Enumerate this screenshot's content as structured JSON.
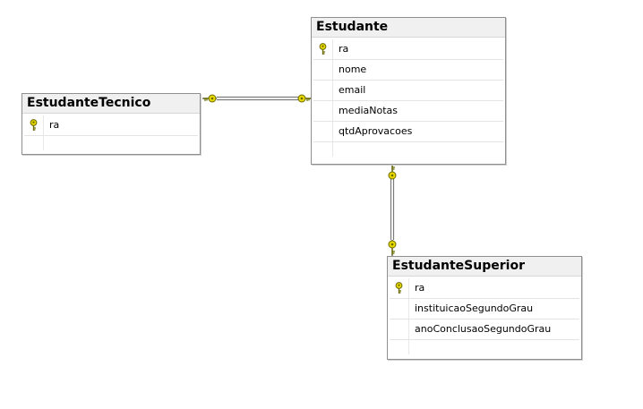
{
  "diagram": {
    "tables": [
      {
        "id": "estudante",
        "title": "Estudante",
        "columns": [
          {
            "name": "ra",
            "primary_key": true
          },
          {
            "name": "nome",
            "primary_key": false
          },
          {
            "name": "email",
            "primary_key": false
          },
          {
            "name": "mediaNotas",
            "primary_key": false
          },
          {
            "name": "qtdAprovacoes",
            "primary_key": false
          }
        ]
      },
      {
        "id": "estudante-tecnico",
        "title": "EstudanteTecnico",
        "columns": [
          {
            "name": "ra",
            "primary_key": true
          }
        ]
      },
      {
        "id": "estudante-superior",
        "title": "EstudanteSuperior",
        "columns": [
          {
            "name": "ra",
            "primary_key": true
          },
          {
            "name": "instituicaoSegundoGrau",
            "primary_key": false
          },
          {
            "name": "anoConclusaoSegundoGrau",
            "primary_key": false
          }
        ]
      }
    ],
    "relationships": [
      {
        "from": "EstudanteTecnico",
        "to": "Estudante"
      },
      {
        "from": "EstudanteSuperior",
        "to": "Estudante"
      }
    ],
    "colors": {
      "key": "#e8d800",
      "line": "#7a7a7a",
      "border": "#8f8f8f",
      "header": "#f0f0f0"
    }
  }
}
